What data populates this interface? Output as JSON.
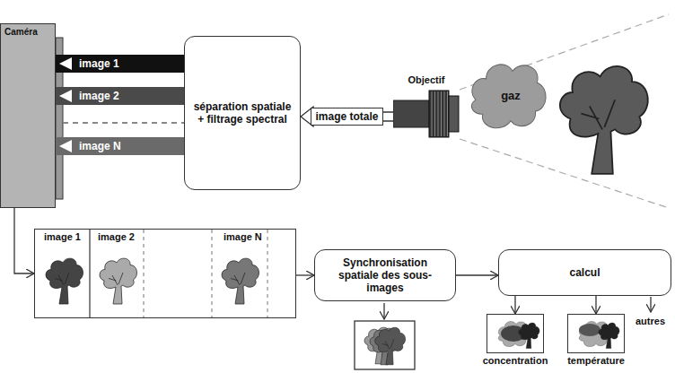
{
  "diagram": {
    "nodes": [
      {
        "text": [
          "Caméra"
        ]
      },
      {
        "text": [
          "séparation spatiale + filtrage spectral"
        ]
      },
      {
        "text": [
          "Objectif"
        ]
      },
      {
        "text": [
          "gaz"
        ]
      },
      {
        "text": [
          "image 1",
          "image 2",
          "image N"
        ]
      },
      {
        "text": [
          "Synchronisation spatiale des sous-images"
        ]
      },
      {
        "text": [
          "calcul"
        ]
      },
      {
        "text": [
          "concentration"
        ]
      },
      {
        "text": [
          "température"
        ]
      }
    ],
    "edges": [
      {
        "from": 0,
        "to": 4,
        "arrow": "to"
      },
      {
        "from": 1,
        "to": 0,
        "label": "image 1",
        "arrow": "to"
      },
      {
        "from": 1,
        "to": 0,
        "label": "image 2",
        "arrow": "to"
      },
      {
        "from": 1,
        "to": 0,
        "label": "image N",
        "arrow": "to"
      },
      {
        "from": 2,
        "to": 1,
        "label": "image totale",
        "arrow": "to"
      },
      {
        "from": 4,
        "to": 5,
        "arrow": "to"
      },
      {
        "from": 5,
        "to": 6,
        "arrow": "to"
      },
      {
        "from": 6,
        "to": 7,
        "arrow": "to"
      },
      {
        "from": 6,
        "to": 8,
        "arrow": "to"
      }
    ],
    "labels": [
      "autres"
    ]
  }
}
